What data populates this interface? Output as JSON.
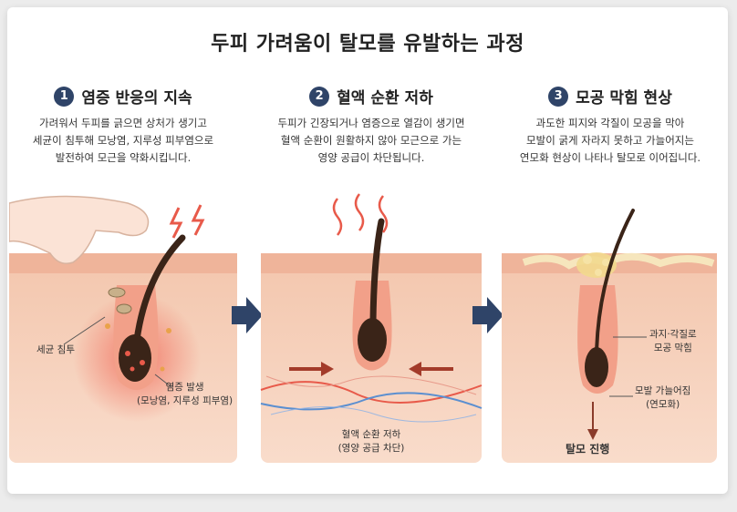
{
  "title": "두피 가려움이 탈모를 유발하는 과정",
  "colors": {
    "accent": "#2f4468",
    "skin": "#f6cdb5",
    "inflame": "#e85a4a",
    "hair": "#3a2418"
  },
  "steps": [
    {
      "number": "1",
      "title": "염증 반응의 지속",
      "desc": [
        "가려워서 두피를 긁으면 상처가 생기고",
        "세균이 침투해 모낭염, 지루성 피부염으로",
        "발전하여 모근을 약화시킵니다."
      ],
      "labels": {
        "bacteria": "세균 침투",
        "inflammation": "염증 발생",
        "inflammation_sub": "(모낭염, 지루성 피부염)"
      }
    },
    {
      "number": "2",
      "title": "혈액 순환 저하",
      "desc": [
        "두피가 긴장되거나 염증으로 열감이 생기면",
        "혈액 순환이 원활하지 않아 모근으로 가는",
        "영양 공급이 차단됩니다."
      ],
      "labels": {
        "main": "혈액 순환 저하",
        "sub": "(영양 공급 차단)"
      }
    },
    {
      "number": "3",
      "title": "모공 막힘 현상",
      "desc": [
        "과도한 피지와 각질이 모공을 막아",
        "모발이 굵게 자라지 못하고 가늘어지는",
        "연모화 현상이 나타나 탈모로 이어집니다."
      ],
      "labels": {
        "clog": "과지·각질로",
        "clog2": "모공 막힘",
        "thin": "모발 가늘어짐",
        "thin2": "(연모화)",
        "loss": "탈모 진행"
      }
    }
  ]
}
